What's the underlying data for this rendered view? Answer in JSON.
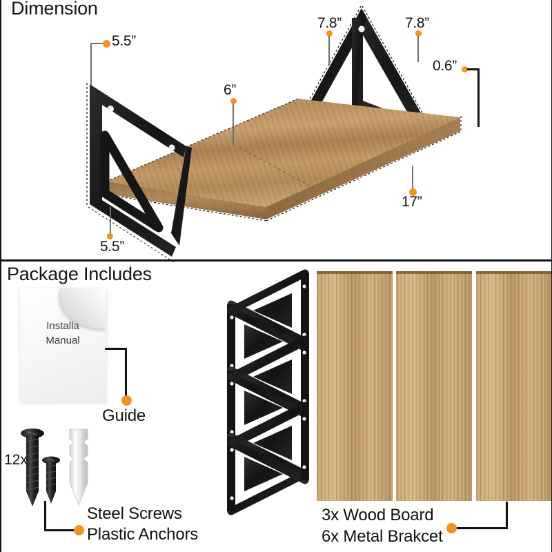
{
  "page": {
    "background": "#ffffff",
    "accent_dot_color": "#F4921E",
    "leader_line_color": "#6f6f6f",
    "text_color": "#121212",
    "bracket_color": "#1a1a1a",
    "wood_color": "#b98e5c"
  },
  "sections": {
    "dimension": {
      "title": "Dimension",
      "callouts": [
        {
          "id": "depth-top",
          "label": "5.5”"
        },
        {
          "id": "width-shelf",
          "label": "6”"
        },
        {
          "id": "bracket-left",
          "label": "7.8”"
        },
        {
          "id": "bracket-right",
          "label": "7.8”"
        },
        {
          "id": "thickness",
          "label": "0.6”"
        },
        {
          "id": "length",
          "label": "17”"
        },
        {
          "id": "depth-bottom",
          "label": "5.5”"
        }
      ]
    },
    "package": {
      "title": "Package Includes",
      "manual": {
        "line1": "Installa",
        "line2": "Manual"
      },
      "callouts": [
        {
          "id": "guide",
          "label": "Guide"
        },
        {
          "id": "steel-screws",
          "label": "Steel Screws"
        },
        {
          "id": "plastic-anchors",
          "label": "Plastic Anchors"
        },
        {
          "id": "wood-board",
          "label": "3x Wood Board"
        },
        {
          "id": "metal-bracket",
          "label": "6x Metal Brakcet"
        }
      ],
      "hardware_qty": "12x",
      "bracket_count": 6,
      "board_count": 3
    }
  }
}
